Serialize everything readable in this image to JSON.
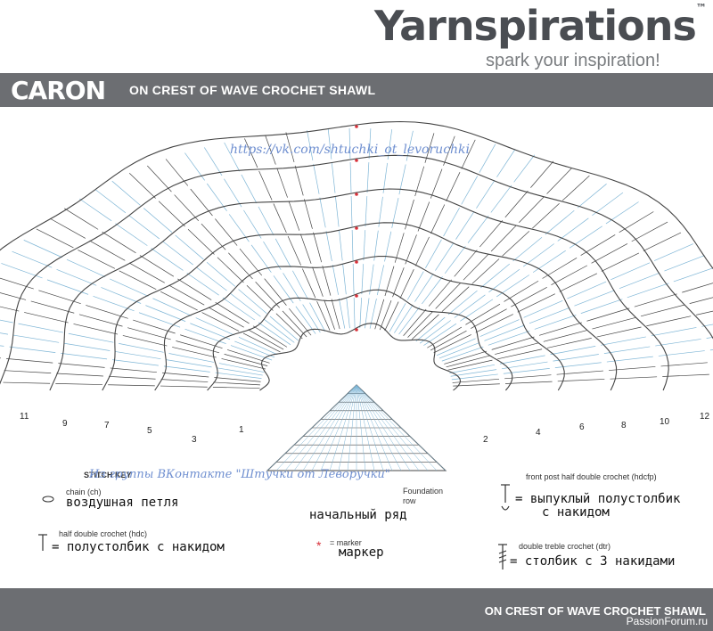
{
  "header": {
    "brand": "Yarnspirations",
    "trademark": "™",
    "tagline": "spark your inspiration!",
    "caron_logo": "CARON",
    "title": "ON CREST OF WAVE CROCHET  SHAWL"
  },
  "diagram": {
    "url_watermark": "https://vk.com/shtuchki_ot_levoruchki",
    "row_numbers_left": [
      "11",
      "9",
      "7",
      "5",
      "3",
      "1"
    ],
    "row_numbers_right": [
      "2",
      "4",
      "6",
      "8",
      "10",
      "12"
    ],
    "foundation_label": "Foundation row",
    "foundation_ru": "начальный ряд"
  },
  "stitch_key": {
    "heading": "STITCH KEY",
    "group_ru": "Из группы ВКонтакте \"Штучки от Левoручки\"",
    "chain_en": "chain (ch)",
    "chain_ru": "воздушная петля",
    "hdc_en": "half double crochet (hdc)",
    "hdc_ru": "полустолбик с накидом",
    "marker_en": "marker",
    "marker_ru": "маркер",
    "fphdc_en": "front post half double crochet (hdcfp)",
    "fphdc_ru1": "выпуклый полустолбик",
    "fphdc_ru2": "с накидом",
    "dtr_en": "double treble crochet (dtr)",
    "dtr_ru": "столбик с 3 накидами"
  },
  "footer": {
    "title": "ON CREST OF WAVE CROCHET  SHAWL",
    "watermark": "PassionForum.ru"
  },
  "colors": {
    "bar": "#6c6e72",
    "stitch_dark": "#444444",
    "stitch_blue": "#7fb6d6",
    "marker": "#d8313a"
  }
}
